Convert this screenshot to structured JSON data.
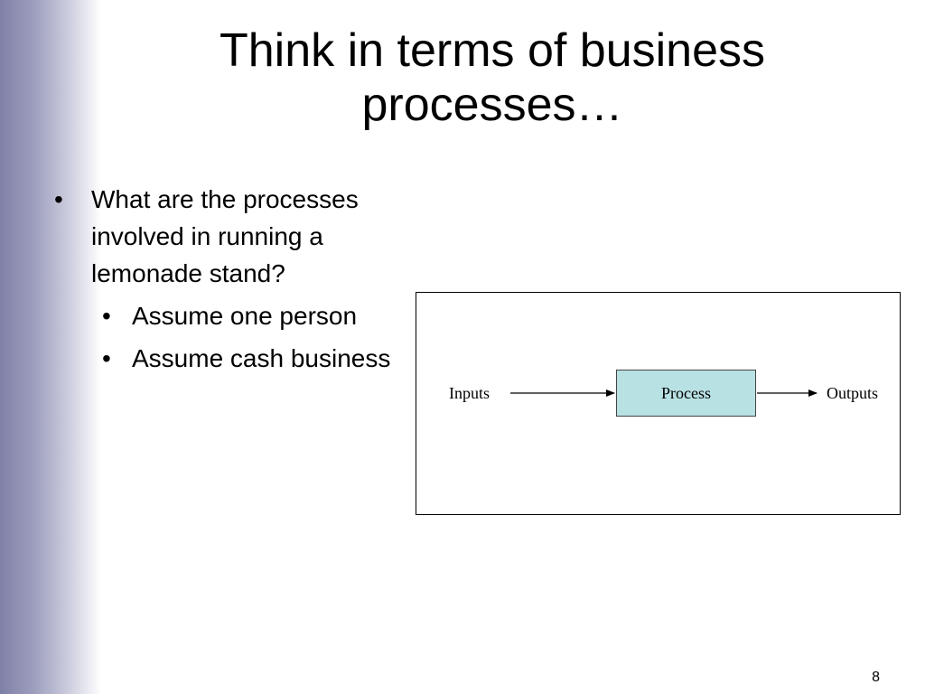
{
  "slide": {
    "title": "Think in terms of business processes…",
    "bullet_char": "•",
    "main_bullet": "What are the processes involved in running a lemonade stand?",
    "sub_bullets": [
      "Assume one person",
      "Assume cash business"
    ],
    "page_number": "8"
  },
  "diagram": {
    "inputs_label": "Inputs",
    "process_label": "Process",
    "outputs_label": "Outputs",
    "process_fill": "#b8e1e3",
    "side_gradient_color": "#7f80a6"
  }
}
